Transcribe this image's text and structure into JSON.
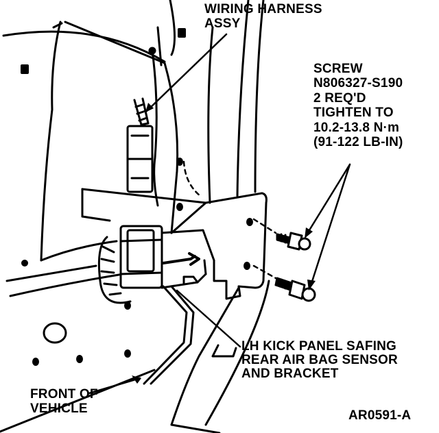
{
  "labels": {
    "harness": [
      "WIRING HARNESS",
      "ASSY"
    ],
    "screw": [
      "SCREW",
      "N806327-S190",
      "2 REQ'D",
      "TIGHTEN TO",
      "10.2-13.8 N·m",
      "(91-122 LB-IN)"
    ],
    "sensor": [
      "LH KICK PANEL SAFING",
      "REAR AIR BAG SENSOR",
      "AND BRACKET"
    ],
    "front": [
      "FRONT OF",
      "VEHICLE"
    ],
    "figure_id": "AR0591-A"
  },
  "colors": {
    "ink": "#000000",
    "paper": "#ffffff"
  }
}
